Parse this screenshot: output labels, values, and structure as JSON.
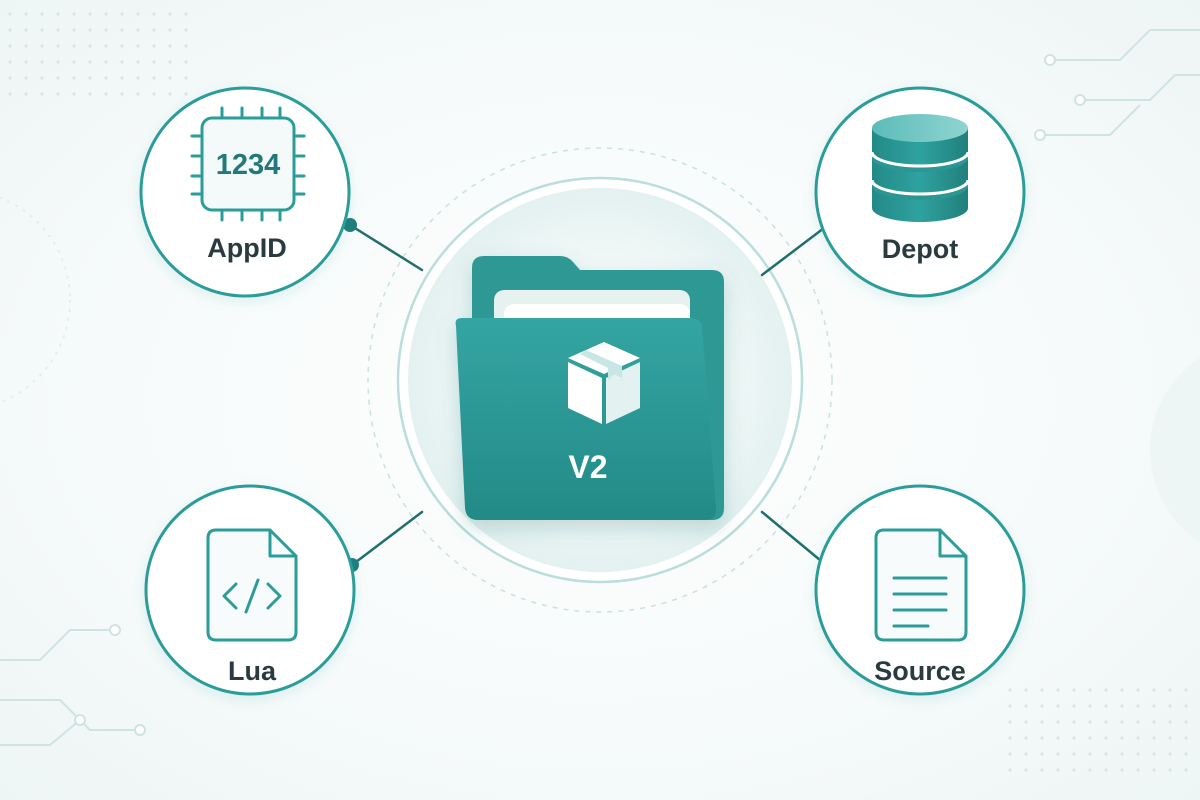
{
  "colors": {
    "teal": "#2a9d9a",
    "teal_dark": "#1f7e7b",
    "teal_light": "#6cc2bf",
    "ring": "#b9dedb",
    "label": "#2a3b3f"
  },
  "center": {
    "icon": "folder-icon",
    "inner_icon": "package-box-icon",
    "label": "V2"
  },
  "nodes": {
    "appid": {
      "icon": "chip-icon",
      "chip_text": "1234",
      "label": "AppID"
    },
    "depot": {
      "icon": "database-icon",
      "label": "Depot"
    },
    "lua": {
      "icon": "code-file-icon",
      "code_glyph": "</>",
      "label": "Lua"
    },
    "source": {
      "icon": "text-document-icon",
      "label": "Source"
    }
  }
}
